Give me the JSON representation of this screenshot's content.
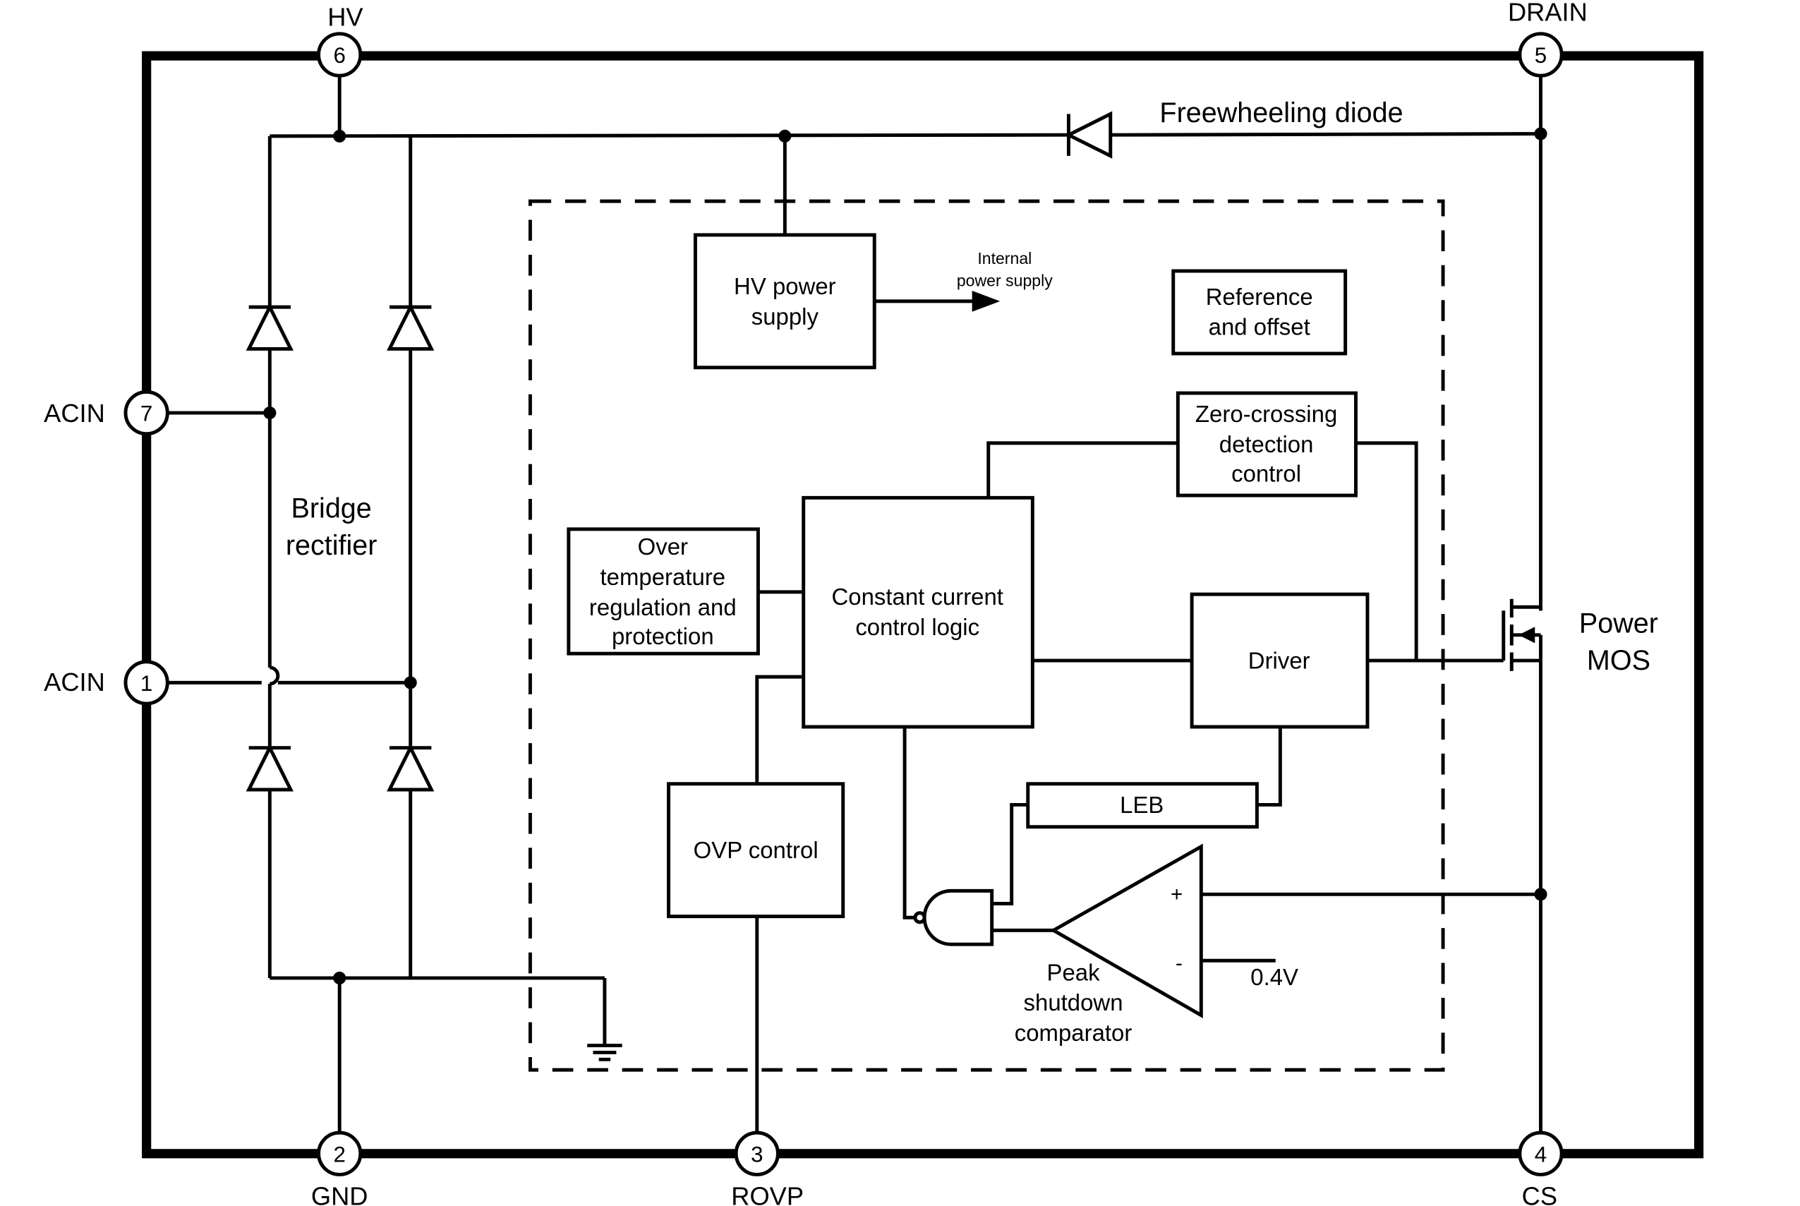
{
  "pins": {
    "hv": {
      "number": "6",
      "name": "HV"
    },
    "drain": {
      "number": "5",
      "name": "DRAIN"
    },
    "acin_top": {
      "number": "7",
      "name": "ACIN"
    },
    "acin_bottom": {
      "number": "1",
      "name": "ACIN"
    },
    "gnd": {
      "number": "2",
      "name": "GND"
    },
    "rovp": {
      "number": "3",
      "name": "ROVP"
    },
    "cs": {
      "number": "4",
      "name": "CS"
    }
  },
  "labels": {
    "freewheeling_diode": "Freewheeling diode",
    "bridge_rectifier": [
      "Bridge",
      "rectifier"
    ],
    "power_mos": [
      "Power",
      "MOS"
    ],
    "internal_supply": [
      "Internal",
      "power supply"
    ],
    "peak_comparator": [
      "Peak",
      "shutdown",
      "comparator"
    ],
    "voltage_ref": "0.4V",
    "comp_plus": "+",
    "comp_minus": "-"
  },
  "blocks": {
    "hv_power_supply": [
      "HV power",
      "supply"
    ],
    "reference_offset": [
      "Reference",
      "and offset"
    ],
    "zero_crossing": [
      "Zero-crossing",
      "detection",
      "control"
    ],
    "over_temperature": [
      "Over",
      "temperature",
      "regulation and",
      "protection"
    ],
    "cc_logic": [
      "Constant current",
      "control logic"
    ],
    "driver": [
      "Driver"
    ],
    "leb": [
      "LEB"
    ],
    "ovp_control": [
      "OVP control"
    ]
  }
}
